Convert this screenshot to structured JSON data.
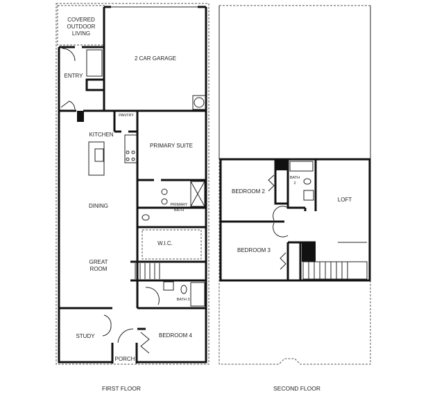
{
  "first_floor": {
    "caption": "FIRST FLOOR",
    "rooms": {
      "covered_outdoor_1": "COVERED",
      "covered_outdoor_2": "OUTDOOR",
      "covered_outdoor_3": "LIVING",
      "garage": "2 CAR GARAGE",
      "entry": "ENTRY",
      "pantry": "PANTRY",
      "kitchen": "KITCHEN",
      "primary_suite": "PRIMARY SUITE",
      "dining": "DINING",
      "primary_bath_1": "PRIMARY",
      "primary_bath_2": "BATH",
      "wic": "W.I.C.",
      "great_room_1": "GREAT",
      "great_room_2": "ROOM",
      "bath3": "BATH 3",
      "study": "STUDY",
      "bedroom4": "BEDROOM 4",
      "porch": "PORCH"
    }
  },
  "second_floor": {
    "caption": "SECOND FLOOR",
    "rooms": {
      "bedroom2": "BEDROOM 2",
      "bath2_1": "BATH",
      "bath2_2": "2",
      "loft": "LOFT",
      "bedroom3": "BEDROOM 3"
    }
  }
}
